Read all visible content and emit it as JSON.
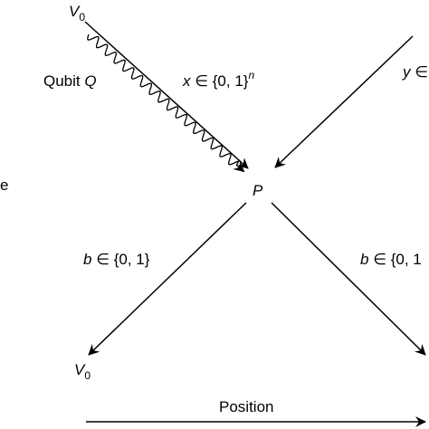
{
  "nodes": {
    "verifier_top": {
      "symbol": "V",
      "subscript": "0"
    },
    "verifier_bottom": {
      "symbol": "V",
      "subscript": "0"
    },
    "prover": {
      "symbol": "P"
    }
  },
  "edges": {
    "qubit": {
      "text": "Qubit ",
      "symbol": "Q"
    },
    "x_message": {
      "var": "x",
      "set": " ∈ {0, 1}",
      "exp": "n"
    },
    "y_message": {
      "var": "y",
      "set": " ∈"
    },
    "b_left": {
      "var": "b",
      "set": " ∈ {0, 1}"
    },
    "b_right": {
      "var": "b",
      "set": " ∈ {0, 1"
    }
  },
  "left_edge_fragment": "e",
  "axis": {
    "label": "Position"
  }
}
